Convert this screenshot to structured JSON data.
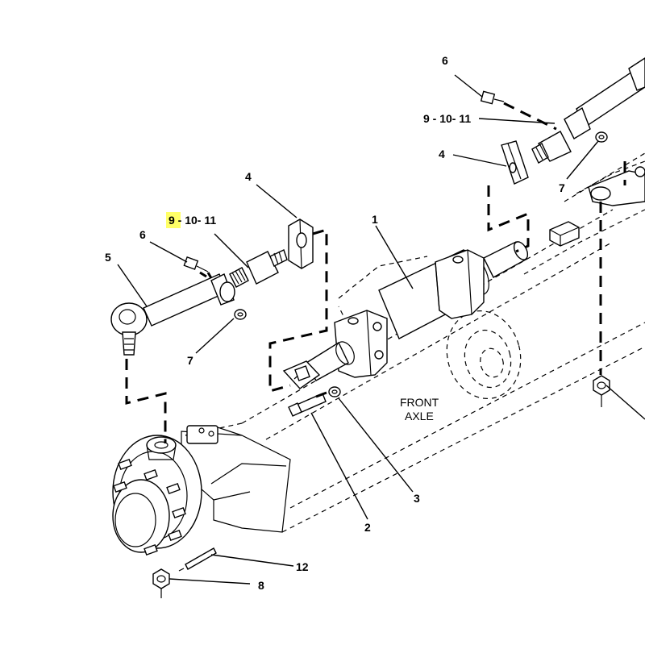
{
  "diagram": {
    "caption_line1": "FRONT",
    "caption_line2": "AXLE",
    "highlight_color": "#ffff66",
    "callouts": {
      "c1": "1",
      "c2": "2",
      "c3": "3",
      "c4_left": "4",
      "c4_right": "4",
      "c5": "5",
      "c6_left": "6",
      "c6_right": "6",
      "c7_left": "7",
      "c7_right": "7",
      "c8": "8",
      "c12": "12",
      "c9_10_11_left": "9 - 10- 11",
      "c9_10_11_right": "9 - 10- 11"
    }
  }
}
